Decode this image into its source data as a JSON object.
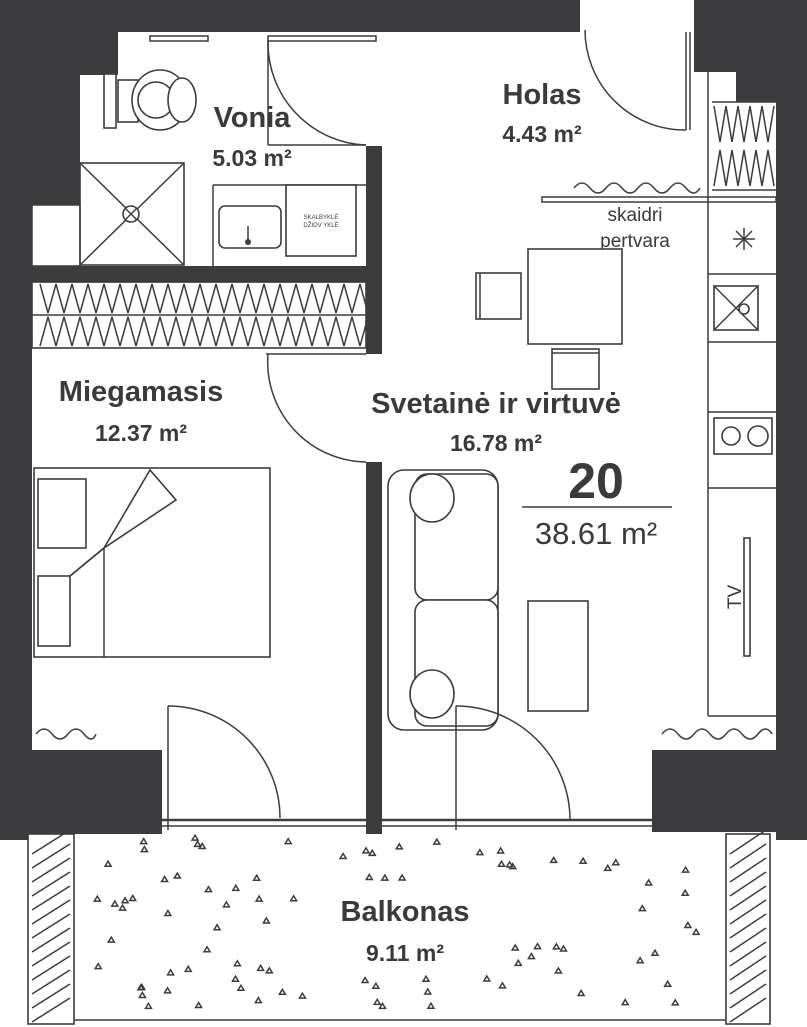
{
  "colors": {
    "wall": "#3c3c3e",
    "text": "#3a3a3c",
    "background": "#ffffff"
  },
  "unit": {
    "number": "20",
    "total_area": "38.61 m²"
  },
  "rooms": {
    "vonia": {
      "name": "Vonia",
      "area": "5.03 m²"
    },
    "holas": {
      "name": "Holas",
      "area": "4.43 m²"
    },
    "miegamasis": {
      "name": "Miegamasis",
      "area": "12.37 m²"
    },
    "svetaine": {
      "name": "Svetainė ir virtuvė",
      "area": "16.78 m²"
    },
    "balkonas": {
      "name": "Balkonas",
      "area": "9.11 m²"
    }
  },
  "labels": {
    "partition_line1": "skaidri",
    "partition_line2": "pertvara",
    "tv": "TV",
    "laundry_line1": "SKALBYKLĖ",
    "laundry_line2": "DŽIOV YKLĖ"
  },
  "icons": [
    "toilet-icon",
    "shower-icon",
    "sink-icon",
    "hob-icon",
    "fan-icon",
    "bed-icon",
    "sofa-icon",
    "armchair-icon",
    "dining-table-icon",
    "door-swing-icon"
  ]
}
